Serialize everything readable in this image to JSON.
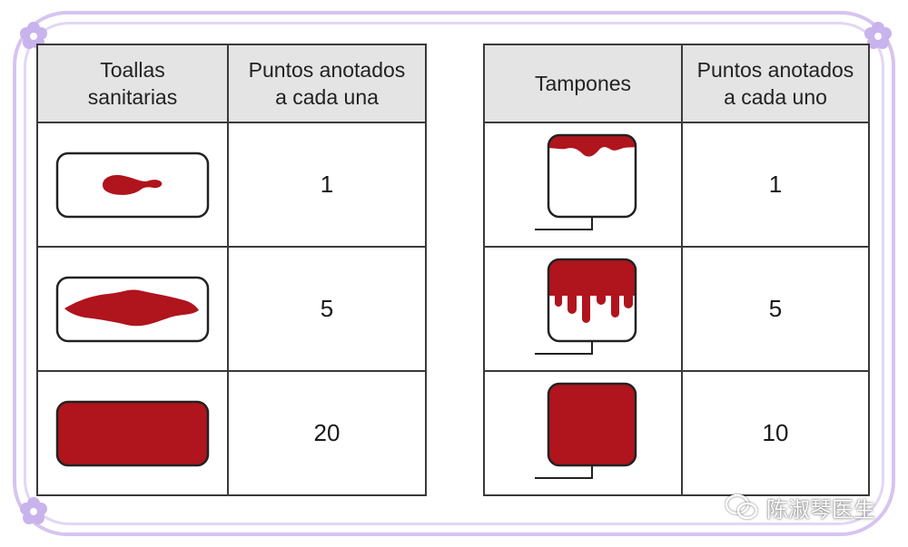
{
  "colors": {
    "blood": "#b0141c",
    "frame": "#d6c4f0",
    "header_bg": "#e4e4e4"
  },
  "pads": {
    "header_col1_line1": "Toallas",
    "header_col1_line2": "sanitarias",
    "header_col2_line1": "Puntos anotados",
    "header_col2_line2": "a cada una",
    "rows": [
      {
        "icon": "pad-small-stain-icon",
        "points": "1"
      },
      {
        "icon": "pad-medium-stain-icon",
        "points": "5"
      },
      {
        "icon": "pad-fully-soaked-icon",
        "points": "20"
      }
    ]
  },
  "tampons": {
    "header_col1": "Tampones",
    "header_col2_line1": "Puntos anotados",
    "header_col2_line2": "a cada uno",
    "rows": [
      {
        "icon": "tampon-light-icon",
        "points": "1"
      },
      {
        "icon": "tampon-medium-icon",
        "points": "5"
      },
      {
        "icon": "tampon-fully-soaked-icon",
        "points": "10"
      }
    ]
  },
  "watermark": {
    "icon": "wechat-icon",
    "text": "陈淑琴医生"
  }
}
